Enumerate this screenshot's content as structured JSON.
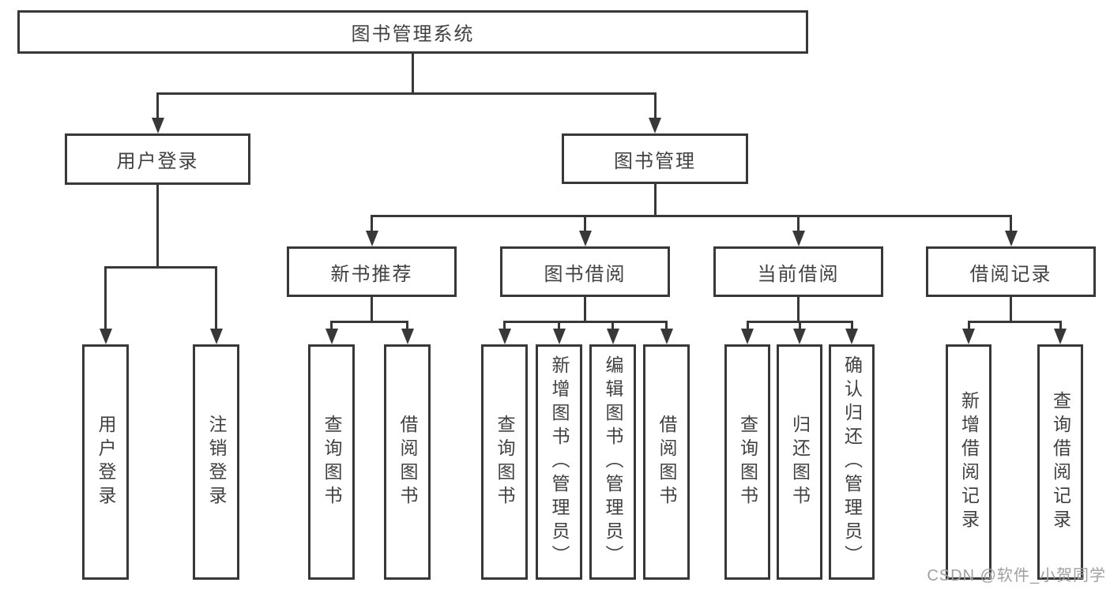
{
  "tree": {
    "root": {
      "label": "图书管理系统",
      "children": {
        "user_login": {
          "label": "用户登录",
          "children": {
            "login": {
              "label": "用户登录"
            },
            "logout": {
              "label": "注销登录"
            }
          }
        },
        "book_mgmt": {
          "label": "图书管理",
          "children": {
            "new_book": {
              "label": "新书推荐",
              "children": {
                "query": {
                  "label": "查询图书"
                },
                "borrow": {
                  "label": "借阅图书"
                }
              }
            },
            "book_borrow": {
              "label": "图书借阅",
              "children": {
                "query": {
                  "label": "查询图书"
                },
                "add": {
                  "label": "新增图书（管理员）"
                },
                "edit": {
                  "label": "编辑图书（管理员）"
                },
                "borrow": {
                  "label": "借阅图书"
                }
              }
            },
            "current_borrow": {
              "label": "当前借阅",
              "children": {
                "query": {
                  "label": "查询图书"
                },
                "return": {
                  "label": "归还图书"
                },
                "confirm_return": {
                  "label": "确认归还（管理员）"
                }
              }
            },
            "borrow_record": {
              "label": "借阅记录",
              "children": {
                "add": {
                  "label": "新增借阅记录"
                },
                "query": {
                  "label": "查询借阅记录"
                }
              }
            }
          }
        }
      }
    }
  },
  "watermark": "CSDN @软件_小贺同学",
  "colors": {
    "line": "#383838",
    "box_border": "#383838",
    "text": "#414141",
    "watermark": "#a0a0a0",
    "background": "#ffffff"
  }
}
